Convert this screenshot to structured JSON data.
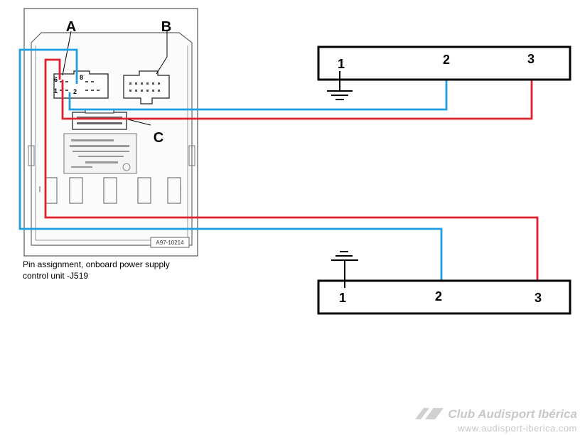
{
  "module": {
    "connector_labels": {
      "a": "A",
      "b": "B",
      "c": "C"
    },
    "pin_labels": {
      "p6": "6",
      "p8": "8",
      "p1": "1",
      "p2": "2"
    },
    "figure_code": "A97-10214",
    "caption_line1": "Pin assignment, onboard power supply",
    "caption_line2": "control unit -J519"
  },
  "connector_top": {
    "pins": [
      "1",
      "2",
      "3"
    ]
  },
  "connector_bottom": {
    "pins": [
      "1",
      "2",
      "3"
    ]
  },
  "wires": {
    "blue_color": "#1f9fe0",
    "red_color": "#e0202c"
  },
  "watermark": {
    "brand": "Club Audisport Ibérica",
    "url": "www.audisport-iberica.com"
  }
}
